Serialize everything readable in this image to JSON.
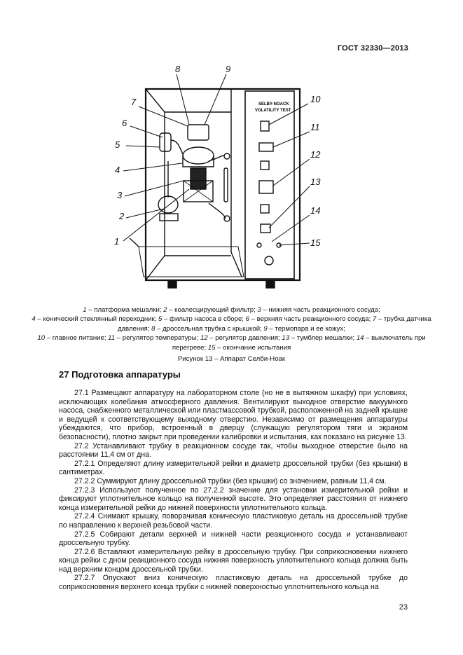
{
  "header": {
    "standard": "ГОСТ 32330—2013"
  },
  "figure": {
    "panel_title_1": "SELBY-NOACK",
    "panel_title_2": "VOLATILITY TEST",
    "callouts": [
      "1",
      "2",
      "3",
      "4",
      "5",
      "6",
      "7",
      "8",
      "9",
      "10",
      "11",
      "12",
      "13",
      "14",
      "15"
    ]
  },
  "caption": {
    "items": [
      {
        "n": "1",
        "text": " – платформа мешалки; "
      },
      {
        "n": "2",
        "text": " – коалесцирующий фильтр; "
      },
      {
        "n": "3",
        "text": " – нижняя часть реакционного сосуда; "
      },
      {
        "n": "4",
        "text": " – конический стеклянный переходник; "
      },
      {
        "n": "5",
        "text": " – фильтр насоса в сборе; "
      },
      {
        "n": "6",
        "text": " – верхняя часть реакционного сосуда; "
      },
      {
        "n": "7",
        "text": " – трубка датчика давления; "
      },
      {
        "n": "8",
        "text": " – дроссельная трубка с крышкой; "
      },
      {
        "n": "9",
        "text": " – термопара и ее кожух; "
      },
      {
        "n": "10",
        "text": " – главное питание; "
      },
      {
        "n": "11",
        "text": " – регулятор температуры; "
      },
      {
        "n": "12",
        "text": " – регулятор давления; "
      },
      {
        "n": "13",
        "text": " – тумблер мешалки; "
      },
      {
        "n": "14",
        "text": " – выключатель при перегреве; "
      },
      {
        "n": "15",
        "text": " – окончание испытания"
      }
    ]
  },
  "figure_title": "Рисунок 13 – Аппарат Селби-Ноак",
  "section_title": "27 Подготовка аппаратуры",
  "paragraphs": [
    "27.1 Размещают аппаратуру на лабораторном столе  (но не в вытяжном шкафу) при условиях, исключающих колебания  атмосферного давления. Вентилируют выходное отверстие вакуумного насоса, снабженного металлической или пластмассовой трубкой, расположенной на задней крышке и ведущей к соответствующему выходному отверстию. Независимо от размещения аппаратуры убеждаются, что прибор, встроенный в дверцу (служащую регулятором тяги и экраном безопасности), плотно закрыт при проведении калибровки и испытания, как показано на рисунке 13.",
    "27.2 Устанавливают трубку в реакционном сосуде так, чтобы выходное отверстие было на расстоянии 11,4 см от дна.",
    "27.2.1 Определяют длину измерительной рейки и диаметр дроссельной трубки (без крышки) в сантиметрах.",
    "27.2.2 Суммируют длину дроссельной трубки (без крышки) со значением,   равным 11,4 см.",
    "27.2.3 Используют полученное по 27.2.2 значение для установки измерительной рейки и фиксируют уплотнительное кольцо на полученной высоте. Это определяет расстояния от нижнего конца измерительной рейки до нижней поверхности  уплотнительного кольца.",
    "27.2.4 Снимают крышку, поворачивая коническую пластиковую деталь  на дроссельной трубке по направлению к верхней резьбовой части.",
    "27.2.5 Собирают детали верхней и нижней части реакционного сосуда и устанавливают дроссельную трубку.",
    "27.2.6 Вставляют измерительную рейку в дроссельную трубку. При соприкосновении нижнего конца рейки с дном реакционного сосуда  нижняя поверхность уплотнительного кольца должна быть над верхним концом дроссельной трубки.",
    "27.2.7 Опускают вниз коническую пластиковую деталь на дроссельной трубке до соприкосновения верхнего конца трубки с нижней поверхностью уплотнительного кольца на"
  ],
  "page_number": "23"
}
